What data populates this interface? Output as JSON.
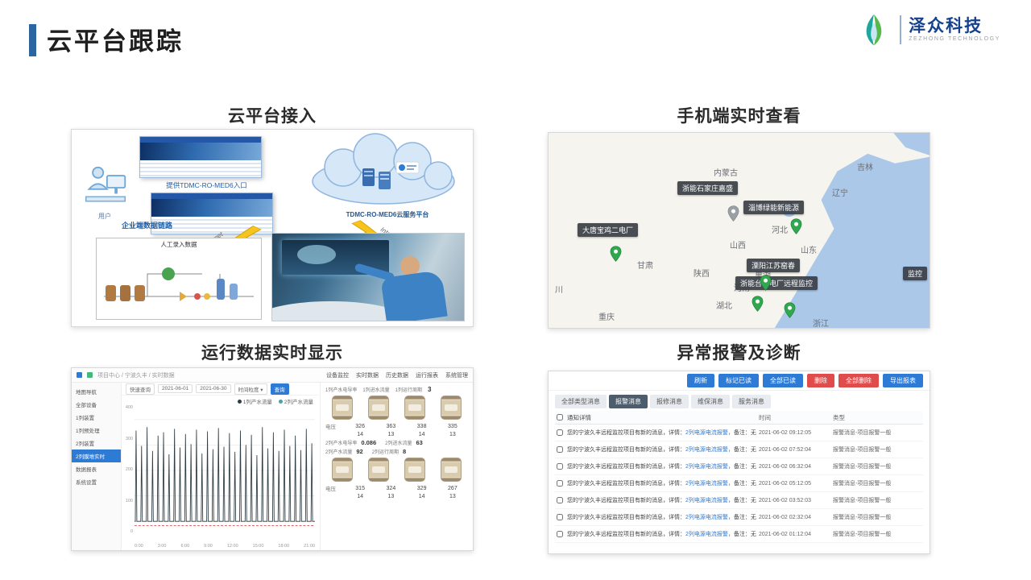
{
  "colors": {
    "accent_blue": "#2C66A0",
    "brand_blue": "#16418C",
    "button_blue": "#2E7BD6",
    "button_red": "#E04B4B",
    "pin_green": "#2FA84F",
    "tab_active_bg": "#4E5D6C"
  },
  "header": {
    "title": "云平台跟踪",
    "logo": {
      "name": "泽众科技",
      "subtitle": "ZEZHONG TECHNOLOGY"
    }
  },
  "access": {
    "heading": "云平台接入",
    "user_label": "用户",
    "portal_caption": "提供TDMC-RO-MED6入口",
    "cloud_caption": "TDMC-RO-MED6云服务平台",
    "internet1": "Internet",
    "internet2": "Internet",
    "link_caption": "企业端数据链路",
    "manual_caption": "人工录入数据"
  },
  "mobile": {
    "heading": "手机端实时查看",
    "provinces": [
      "内蒙古",
      "吉林",
      "辽宁",
      "河北",
      "山西",
      "山东",
      "陕西",
      "河南",
      "甘肃",
      "川",
      "重庆",
      "湖北",
      "浙江",
      "巢湖"
    ],
    "sites": [
      "浙能石家庄嘉盛",
      "淄博绿能新能源",
      "大唐宝鸡二电厂",
      "溧阳江苏窑春",
      "浙能台州电厂远程监控",
      "监控"
    ]
  },
  "realtime": {
    "heading": "运行数据实时显示",
    "breadcrumb": "项目中心 / 宁波久丰 / 实时数据",
    "nav": [
      "设备监控",
      "实时数据",
      "历史数据",
      "运行报表",
      "系统管理"
    ],
    "filters": [
      "快速查询",
      "2021-06-01",
      "2021-06-30",
      "时间粒度 ▾",
      "查询"
    ],
    "sidebar": {
      "items": [
        "地图导航",
        "全部设备",
        "1列装置",
        "1列预处理",
        "2列装置",
        "2列膜堆实时",
        "数据报表",
        "系统设置"
      ],
      "active_index": 5
    },
    "legend": [
      "1列产水流量",
      "2列产水流量"
    ],
    "y_ticks": [
      "400",
      "300",
      "200",
      "100",
      "0"
    ],
    "x_ticks": [
      "0:00",
      "3:00",
      "6:00",
      "9:00",
      "12:00",
      "15:00",
      "18:00",
      "21:00"
    ],
    "metrics": {
      "g1_label1": "1列产水电导率",
      "g1_label2": "1列进水流量",
      "g1_label3": "1列运行周期",
      "g1_value3": "3",
      "volt_label": "电压",
      "g1_row1": [
        "326",
        "363",
        "338",
        "335"
      ],
      "g1_row2": [
        "14",
        "13",
        "14",
        "13"
      ],
      "s1_label": "2列产水电导率",
      "s1_value": "0.086",
      "s2_label": "2列进水流量",
      "s2_value": "63",
      "s3_label": "2列产水流量",
      "s3_value": "92",
      "s4_label": "2列运行周期",
      "s4_value": "8",
      "g2_row1": [
        "315",
        "324",
        "329",
        "267"
      ],
      "g2_row2": [
        "14",
        "13",
        "14",
        "13"
      ]
    }
  },
  "alarm": {
    "heading": "异常报警及诊断",
    "buttons": [
      {
        "label": "刷新",
        "style": "blue"
      },
      {
        "label": "标记已读",
        "style": "blue"
      },
      {
        "label": "全部已读",
        "style": "blue"
      },
      {
        "label": "删除",
        "style": "red"
      },
      {
        "label": "全部删除",
        "style": "red"
      },
      {
        "label": "导出报表",
        "style": "blue"
      }
    ],
    "tabs": [
      "全部类型消息",
      "报警消息",
      "报修消息",
      "维保消息",
      "服务消息"
    ],
    "active_tab": "报警消息",
    "columns": [
      "通知详情",
      "时间",
      "类型"
    ],
    "message_prefix": "您的宁波久丰远程监控项目有新的消息，详情：",
    "message_detail": "2列电源电流报警，",
    "message_suffix": "备注：无",
    "rows": [
      {
        "time": "2021-06-02 09:12:05",
        "type": "报警消息-项目报警一般"
      },
      {
        "time": "2021-06-02 07:52:04",
        "type": "报警消息-项目报警一般"
      },
      {
        "time": "2021-06-02 06:32:04",
        "type": "报警消息-项目报警一般"
      },
      {
        "time": "2021-06-02 05:12:05",
        "type": "报警消息-项目报警一般"
      },
      {
        "time": "2021-06-02 03:52:03",
        "type": "报警消息-项目报警一般"
      },
      {
        "time": "2021-06-02 02:32:04",
        "type": "报警消息-项目报警一般"
      },
      {
        "time": "2021-06-02 01:12:04",
        "type": "报警消息-项目报警一般"
      }
    ]
  }
}
